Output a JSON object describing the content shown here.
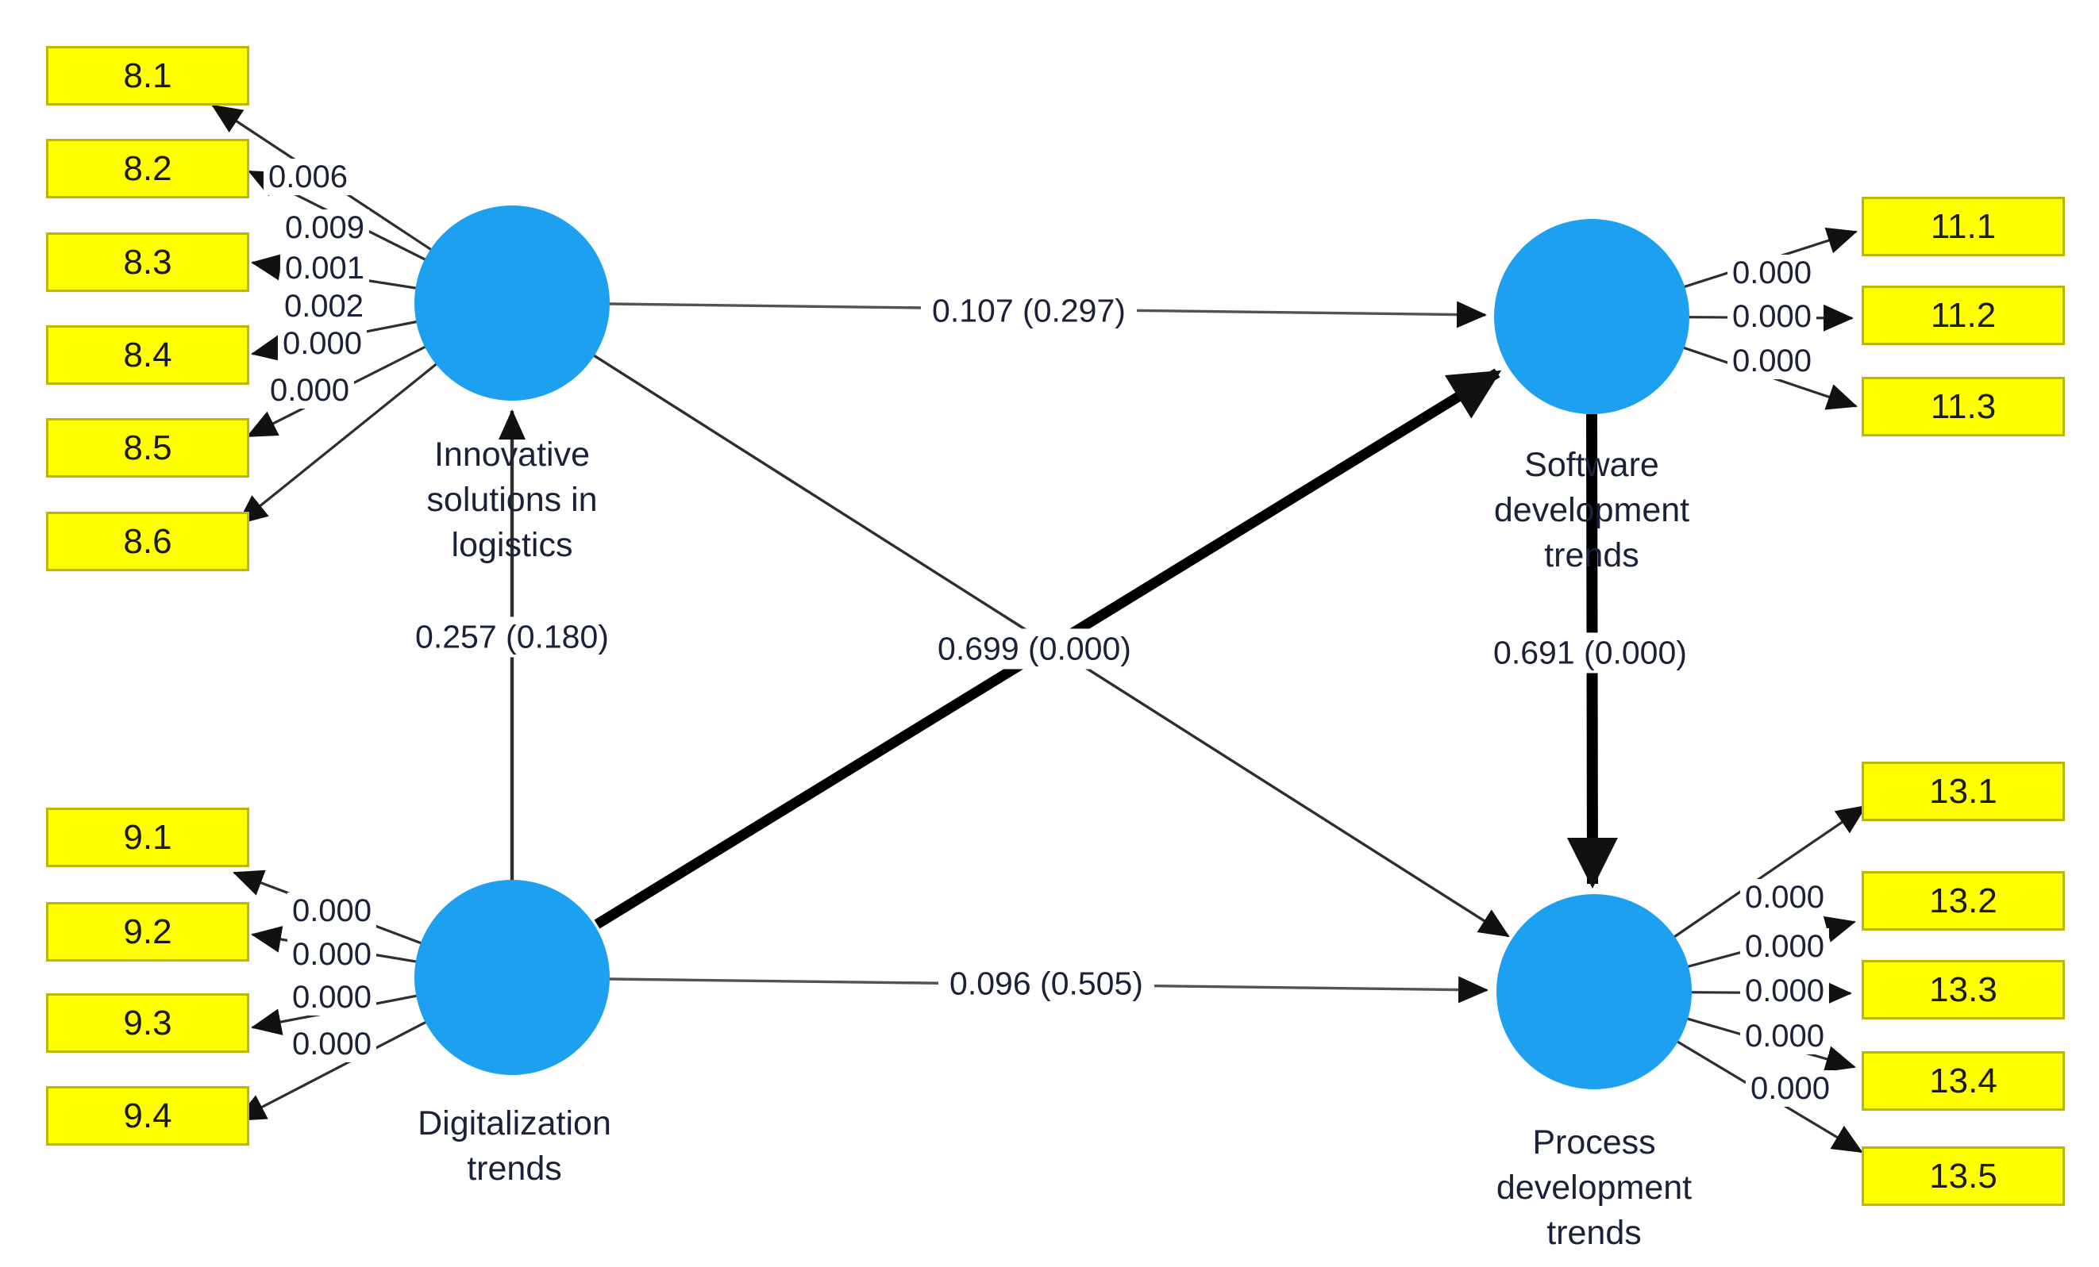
{
  "colors": {
    "node_fill": "#1da0f0",
    "indicator_fill": "#ffff00",
    "indicator_border": "#b9b900",
    "text": "#1b2138",
    "line_thin": "#2e2e2e",
    "line_thick": "#000000"
  },
  "nodes": {
    "innovative": {
      "label": "Innovative solutions in logistics"
    },
    "digitalization": {
      "label": "Digitalization trends"
    },
    "software": {
      "label": "Software development trends"
    },
    "process": {
      "label": "Process development trends"
    }
  },
  "paths": {
    "innovative_to_software": {
      "from": "Innovative solutions in logistics",
      "to": "Software development trends",
      "coefficient": "0.107 (0.297)"
    },
    "digitalization_to_innovative": {
      "from": "Digitalization trends",
      "to": "Innovative solutions in logistics",
      "coefficient": "0.257 (0.180)"
    },
    "digitalization_to_software": {
      "from": "Digitalization trends",
      "to": "Software development trends",
      "coefficient": "0.699 (0.000)"
    },
    "digitalization_to_process": {
      "from": "Digitalization trends",
      "to": "Process development trends",
      "coefficient": "0.096 (0.505)"
    },
    "software_to_process": {
      "from": "Software development trends",
      "to": "Process development trends",
      "coefficient": "0.691 (0.000)"
    },
    "innovative_to_process": {
      "from": "Innovative solutions in logistics",
      "to": "Process development trends"
    }
  },
  "indicators": {
    "innovative": {
      "items": [
        {
          "label": "8.1",
          "value": "0.006"
        },
        {
          "label": "8.2",
          "value": "0.009"
        },
        {
          "label": "8.3",
          "value": "0.001"
        },
        {
          "label": "8.4",
          "value": "0.002"
        },
        {
          "label": "8.5",
          "value": "0.000"
        },
        {
          "label": "8.6",
          "value": "0.000"
        }
      ]
    },
    "digitalization": {
      "items": [
        {
          "label": "9.1",
          "value": "0.000"
        },
        {
          "label": "9.2",
          "value": "0.000"
        },
        {
          "label": "9.3",
          "value": "0.000"
        },
        {
          "label": "9.4",
          "value": "0.000"
        }
      ]
    },
    "software": {
      "items": [
        {
          "label": "11.1",
          "value": "0.000"
        },
        {
          "label": "11.2",
          "value": "0.000"
        },
        {
          "label": "11.3",
          "value": "0.000"
        }
      ]
    },
    "process": {
      "items": [
        {
          "label": "13.1",
          "value": "0.000"
        },
        {
          "label": "13.2",
          "value": "0.000"
        },
        {
          "label": "13.3",
          "value": "0.000"
        },
        {
          "label": "13.4",
          "value": "0.000"
        },
        {
          "label": "13.5",
          "value": "0.000"
        }
      ]
    }
  }
}
